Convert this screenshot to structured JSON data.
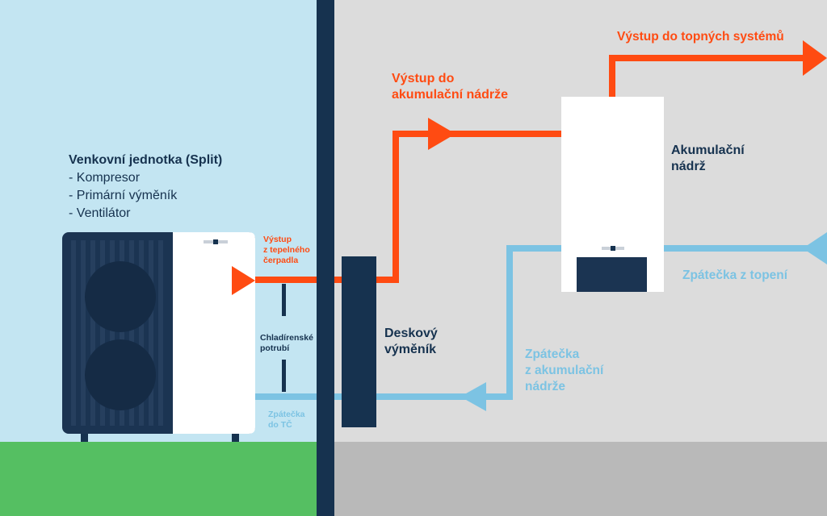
{
  "colors": {
    "outdoor_sky": "#c3e5f2",
    "indoor_wall": "#dcdcdc",
    "grass": "#55bf62",
    "floor": "#b9b9b9",
    "wall": "#16324f",
    "hot_line": "#ff4b12",
    "return_line": "#7cc3e3",
    "unit_body": "#1b3452",
    "unit_panel": "#ffffff"
  },
  "labels": {
    "outdoor_unit": {
      "title": "Venkovní jednotka (Split)",
      "items": [
        "- Kompresor",
        "- Primární výměník",
        "- Ventilátor"
      ]
    },
    "heat_pump_outlet": [
      "Výstup",
      "z tepelného",
      "čerpadla"
    ],
    "refrigerant_pipes": [
      "Chladírenské",
      "potrubí"
    ],
    "return_to_hp": [
      "Zpátečka",
      "do TČ"
    ],
    "plate_exchanger": [
      "Deskový",
      "výměník"
    ],
    "outlet_to_tank": [
      "Výstup do",
      "akumulační nádrže"
    ],
    "outlet_to_heating": "Výstup do topných systémů",
    "storage_tank": [
      "Akumulační",
      "nádrž"
    ],
    "return_from_heating": "Zpátečka z topení",
    "return_from_tank": [
      "Zpátečka",
      "z akumulační",
      "nádrže"
    ]
  },
  "icons": {
    "outdoor_unit_logo": "viessmann-logo",
    "tank_logo": "viessmann-logo"
  }
}
